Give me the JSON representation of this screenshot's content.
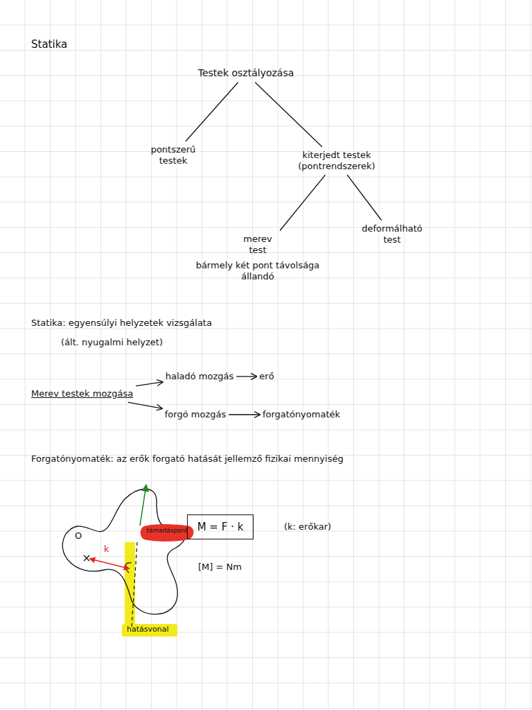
{
  "diagram": {
    "title": "Statika",
    "nodes": [
      {
        "text": [
          "Testek osztályozása"
        ]
      },
      {
        "text": [
          "pontszerű testek"
        ]
      },
      {
        "text": [
          "kiterjedt testek (pontrendszerek)"
        ]
      },
      {
        "text": [
          "merev test",
          "bármely két pont távolsága állandó"
        ]
      },
      {
        "text": [
          "deformálható test"
        ]
      },
      {
        "text": [
          "Merev testek mozgása"
        ]
      },
      {
        "text": [
          "haladó mozgás"
        ]
      },
      {
        "text": [
          "erő"
        ]
      },
      {
        "text": [
          "forgó mozgás"
        ]
      },
      {
        "text": [
          "forgatónyomaték"
        ]
      },
      {
        "text": [
          "támadáspont"
        ]
      },
      {
        "text": [
          "M = F · k"
        ]
      }
    ],
    "edges": [
      {
        "from": 0,
        "to": 1,
        "arrow": "none"
      },
      {
        "from": 0,
        "to": 2,
        "arrow": "none"
      },
      {
        "from": 3,
        "to": 2,
        "arrow": "none"
      },
      {
        "from": 2,
        "to": 4,
        "arrow": "none"
      },
      {
        "from": 5,
        "to": 6,
        "arrow": "to"
      },
      {
        "from": 5,
        "to": 8,
        "arrow": "to"
      },
      {
        "from": 6,
        "to": 7,
        "arrow": "to"
      },
      {
        "from": 8,
        "to": 9,
        "arrow": "to"
      }
    ],
    "labels": [
      "Statika: egyensúlyi helyzetek vizsgálata",
      "(ált. nyugalmi helyzet)",
      "Forgatónyomaték: az erők forgató hatását jellemző fizikai mennyiség",
      "O",
      "k",
      "hatásvonal",
      "(k: erőkar)",
      "[M] = Nm"
    ]
  }
}
